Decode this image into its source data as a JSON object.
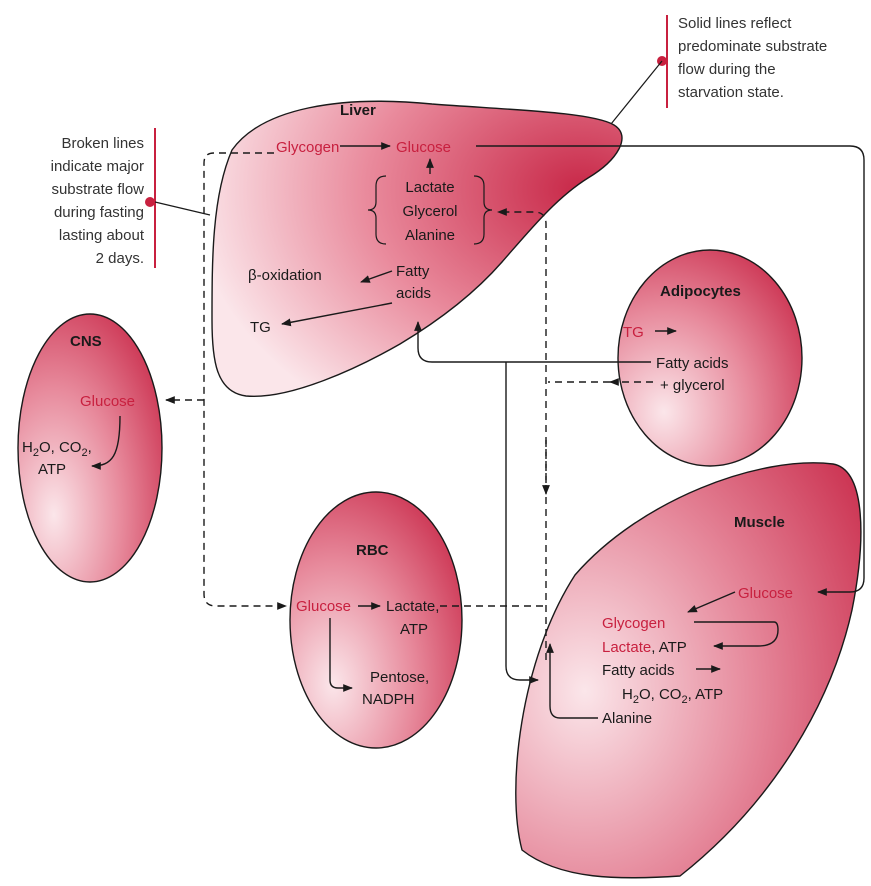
{
  "colors": {
    "organ_fill_dark": "#c82848",
    "organ_fill_light": "#fbe6ea",
    "organ_outline": "#1a1a1a",
    "highlight_text": "#c8203f",
    "note_bar": "#c8203f"
  },
  "notes": {
    "broken_lines": [
      "Broken lines",
      "indicate major",
      "substrate flow",
      "during fasting",
      "lasting about",
      "2 days."
    ],
    "solid_lines": [
      "Solid lines reflect",
      "predominate substrate",
      "flow during the",
      "starvation state."
    ]
  },
  "liver": {
    "title": "Liver",
    "glycogen": "Glycogen",
    "glucose": "Glucose",
    "lactate": "Lactate",
    "glycerol": "Glycerol",
    "alanine": "Alanine",
    "beta_oxidation": "β-oxidation",
    "fatty": "Fatty",
    "acids": "acids",
    "tg": "TG"
  },
  "adipocytes": {
    "title": "Adipocytes",
    "tg": "TG",
    "fatty_acids": "Fatty acids",
    "glycerol": "+ glycerol"
  },
  "cns": {
    "title": "CNS",
    "glucose": "Glucose",
    "h2o": "H",
    "h2o_sub": "2",
    "h2o_rest": "O, CO",
    "co2_sub": "2",
    "comma": ",",
    "atp": "ATP"
  },
  "rbc": {
    "title": "RBC",
    "glucose": "Glucose",
    "lactate": "Lactate,",
    "atp": "ATP",
    "pentose": "Pentose,",
    "nadph": "NADPH"
  },
  "muscle": {
    "title": "Muscle",
    "glucose": "Glucose",
    "glycogen": "Glycogen",
    "lactate": "Lactate",
    "lactate_atp": ", ATP",
    "fatty_acids": "Fatty acids",
    "h2o": "H",
    "h2o_sub": "2",
    "h2o_rest": "O, CO",
    "co2_sub": "2",
    "atp_tail": ", ATP",
    "alanine": "Alanine"
  }
}
